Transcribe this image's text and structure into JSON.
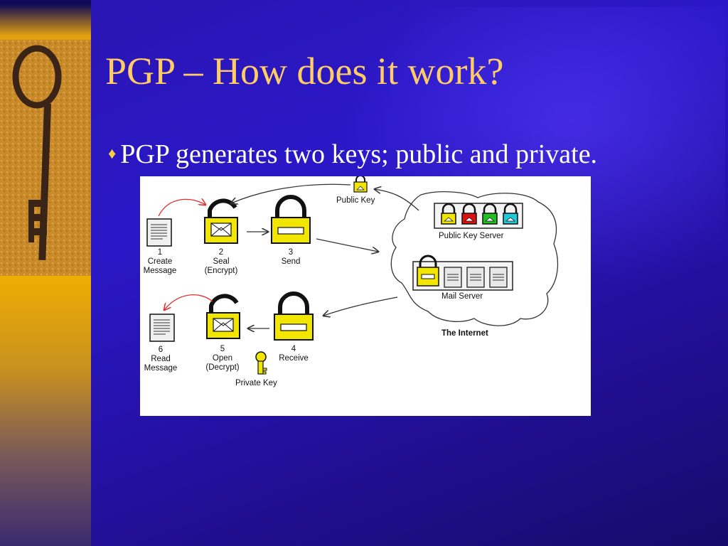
{
  "slide": {
    "title": "PGP – How does it work?",
    "bullet_marker": "♦",
    "bullet": "PGP generates two keys; public and private."
  },
  "diagram": {
    "public_key": "Public Key",
    "public_key_server": "Public Key Server",
    "mail_server": "Mail Server",
    "internet": "The Internet",
    "private_key": "Private Key",
    "steps": [
      {
        "num": "1",
        "line1": "Create",
        "line2": "Message"
      },
      {
        "num": "2",
        "line1": "Seal",
        "line2": "(Encrypt)"
      },
      {
        "num": "3",
        "line1": "Send",
        "line2": ""
      },
      {
        "num": "4",
        "line1": "Receive",
        "line2": ""
      },
      {
        "num": "5",
        "line1": "Open",
        "line2": "(Decrypt)"
      },
      {
        "num": "6",
        "line1": "Read",
        "line2": "Message"
      }
    ],
    "server_lock_colors": [
      "#f2e600",
      "#e01010",
      "#20c020",
      "#20c8d8"
    ]
  },
  "colors": {
    "title": "#ffcc66",
    "bullet_text": "#ffffff",
    "lock_yellow": "#f2e600",
    "curve_red": "#e03030"
  }
}
